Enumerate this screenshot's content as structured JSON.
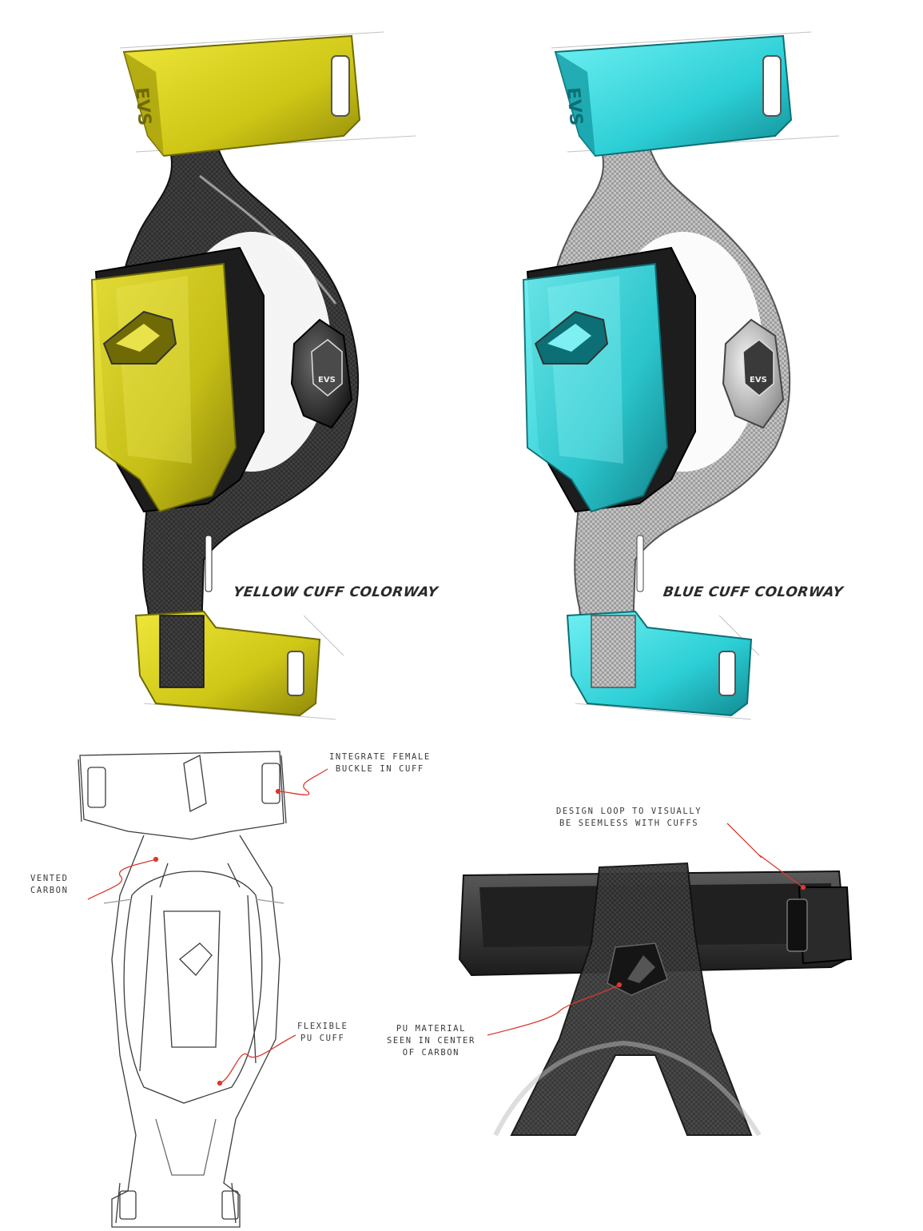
{
  "colors": {
    "yellow": "#d9d21a",
    "yellow_dark": "#a9a10c",
    "cyan": "#33d6dc",
    "cyan_dark": "#159ea6",
    "carbon_dark": "#3a3a3a",
    "carbon_light": "#b8b8b8",
    "redline": "#d93a2e"
  },
  "icons": [
    "evs-logo-icon",
    "arrow-emblem-icon"
  ],
  "sketches": {
    "yellow": {
      "caption": "YELLOW CUFF COLORWAY",
      "logo": "EVS"
    },
    "blue": {
      "caption": "BLUE CUFF COLORWAY",
      "logo": "EVS"
    }
  },
  "annotations": {
    "buckle": "INTEGRATE FEMALE\nBUCKLE IN CUFF",
    "vented": "VENTED\nCARBON",
    "flexible": "FLEXIBLE\nPU CUFF",
    "loop": "DESIGN LOOP TO VISUALLY\nBE SEEMLESS WITH CUFFS",
    "pu": "PU MATERIAL\nSEEN IN CENTER\nOF CARBON"
  }
}
